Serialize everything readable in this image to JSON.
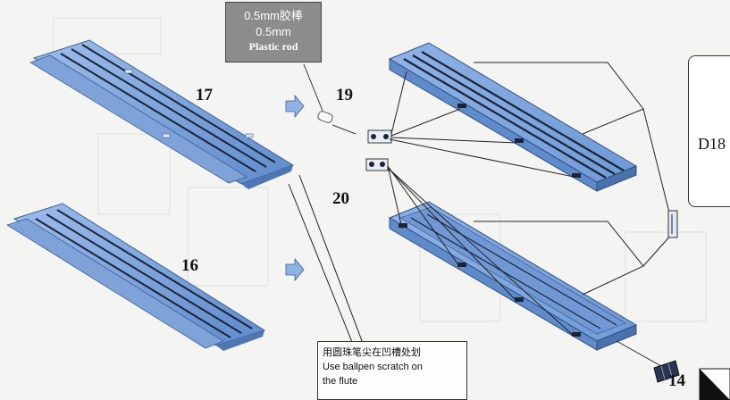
{
  "rod_callout": {
    "line1": "0.5mm胶棒",
    "line2": "0.5mm",
    "line3": "Plastic rod"
  },
  "steps": {
    "part17": "17",
    "part16": "16",
    "part19": "19",
    "part20": "20",
    "part14": "14"
  },
  "scratch_note": {
    "cn": "用圆珠笔尖在凹槽处划",
    "en1": "Use ballpen scratch on",
    "en2": "the flute"
  },
  "detail_ref": "D18",
  "colors": {
    "part_fill": "#7ea7db",
    "part_dark": "#4f79b6",
    "slot": "#1a2438",
    "arrow": "#8fb3e4"
  }
}
